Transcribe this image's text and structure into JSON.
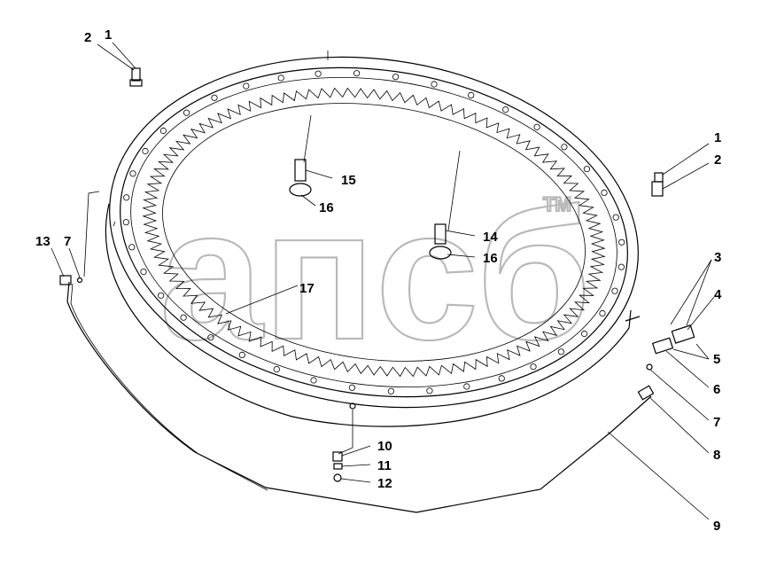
{
  "watermark": {
    "text": "апсб",
    "tm": "TM"
  },
  "callouts": [
    {
      "id": "c-2-top-left",
      "text": "2"
    },
    {
      "id": "c-1-top-left",
      "text": "1"
    },
    {
      "id": "c-1-right",
      "text": "1"
    },
    {
      "id": "c-2-right",
      "text": "2"
    },
    {
      "id": "c-3",
      "text": "3"
    },
    {
      "id": "c-4",
      "text": "4"
    },
    {
      "id": "c-5",
      "text": "5"
    },
    {
      "id": "c-6",
      "text": "6"
    },
    {
      "id": "c-7-right",
      "text": "7"
    },
    {
      "id": "c-8",
      "text": "8"
    },
    {
      "id": "c-9",
      "text": "9"
    },
    {
      "id": "c-10",
      "text": "10"
    },
    {
      "id": "c-11",
      "text": "11"
    },
    {
      "id": "c-12",
      "text": "12"
    },
    {
      "id": "c-13",
      "text": "13"
    },
    {
      "id": "c-7-left",
      "text": "7"
    },
    {
      "id": "c-14",
      "text": "14"
    },
    {
      "id": "c-15",
      "text": "15"
    },
    {
      "id": "c-16-a",
      "text": "16"
    },
    {
      "id": "c-16-b",
      "text": "16"
    },
    {
      "id": "c-17",
      "text": "17"
    }
  ]
}
